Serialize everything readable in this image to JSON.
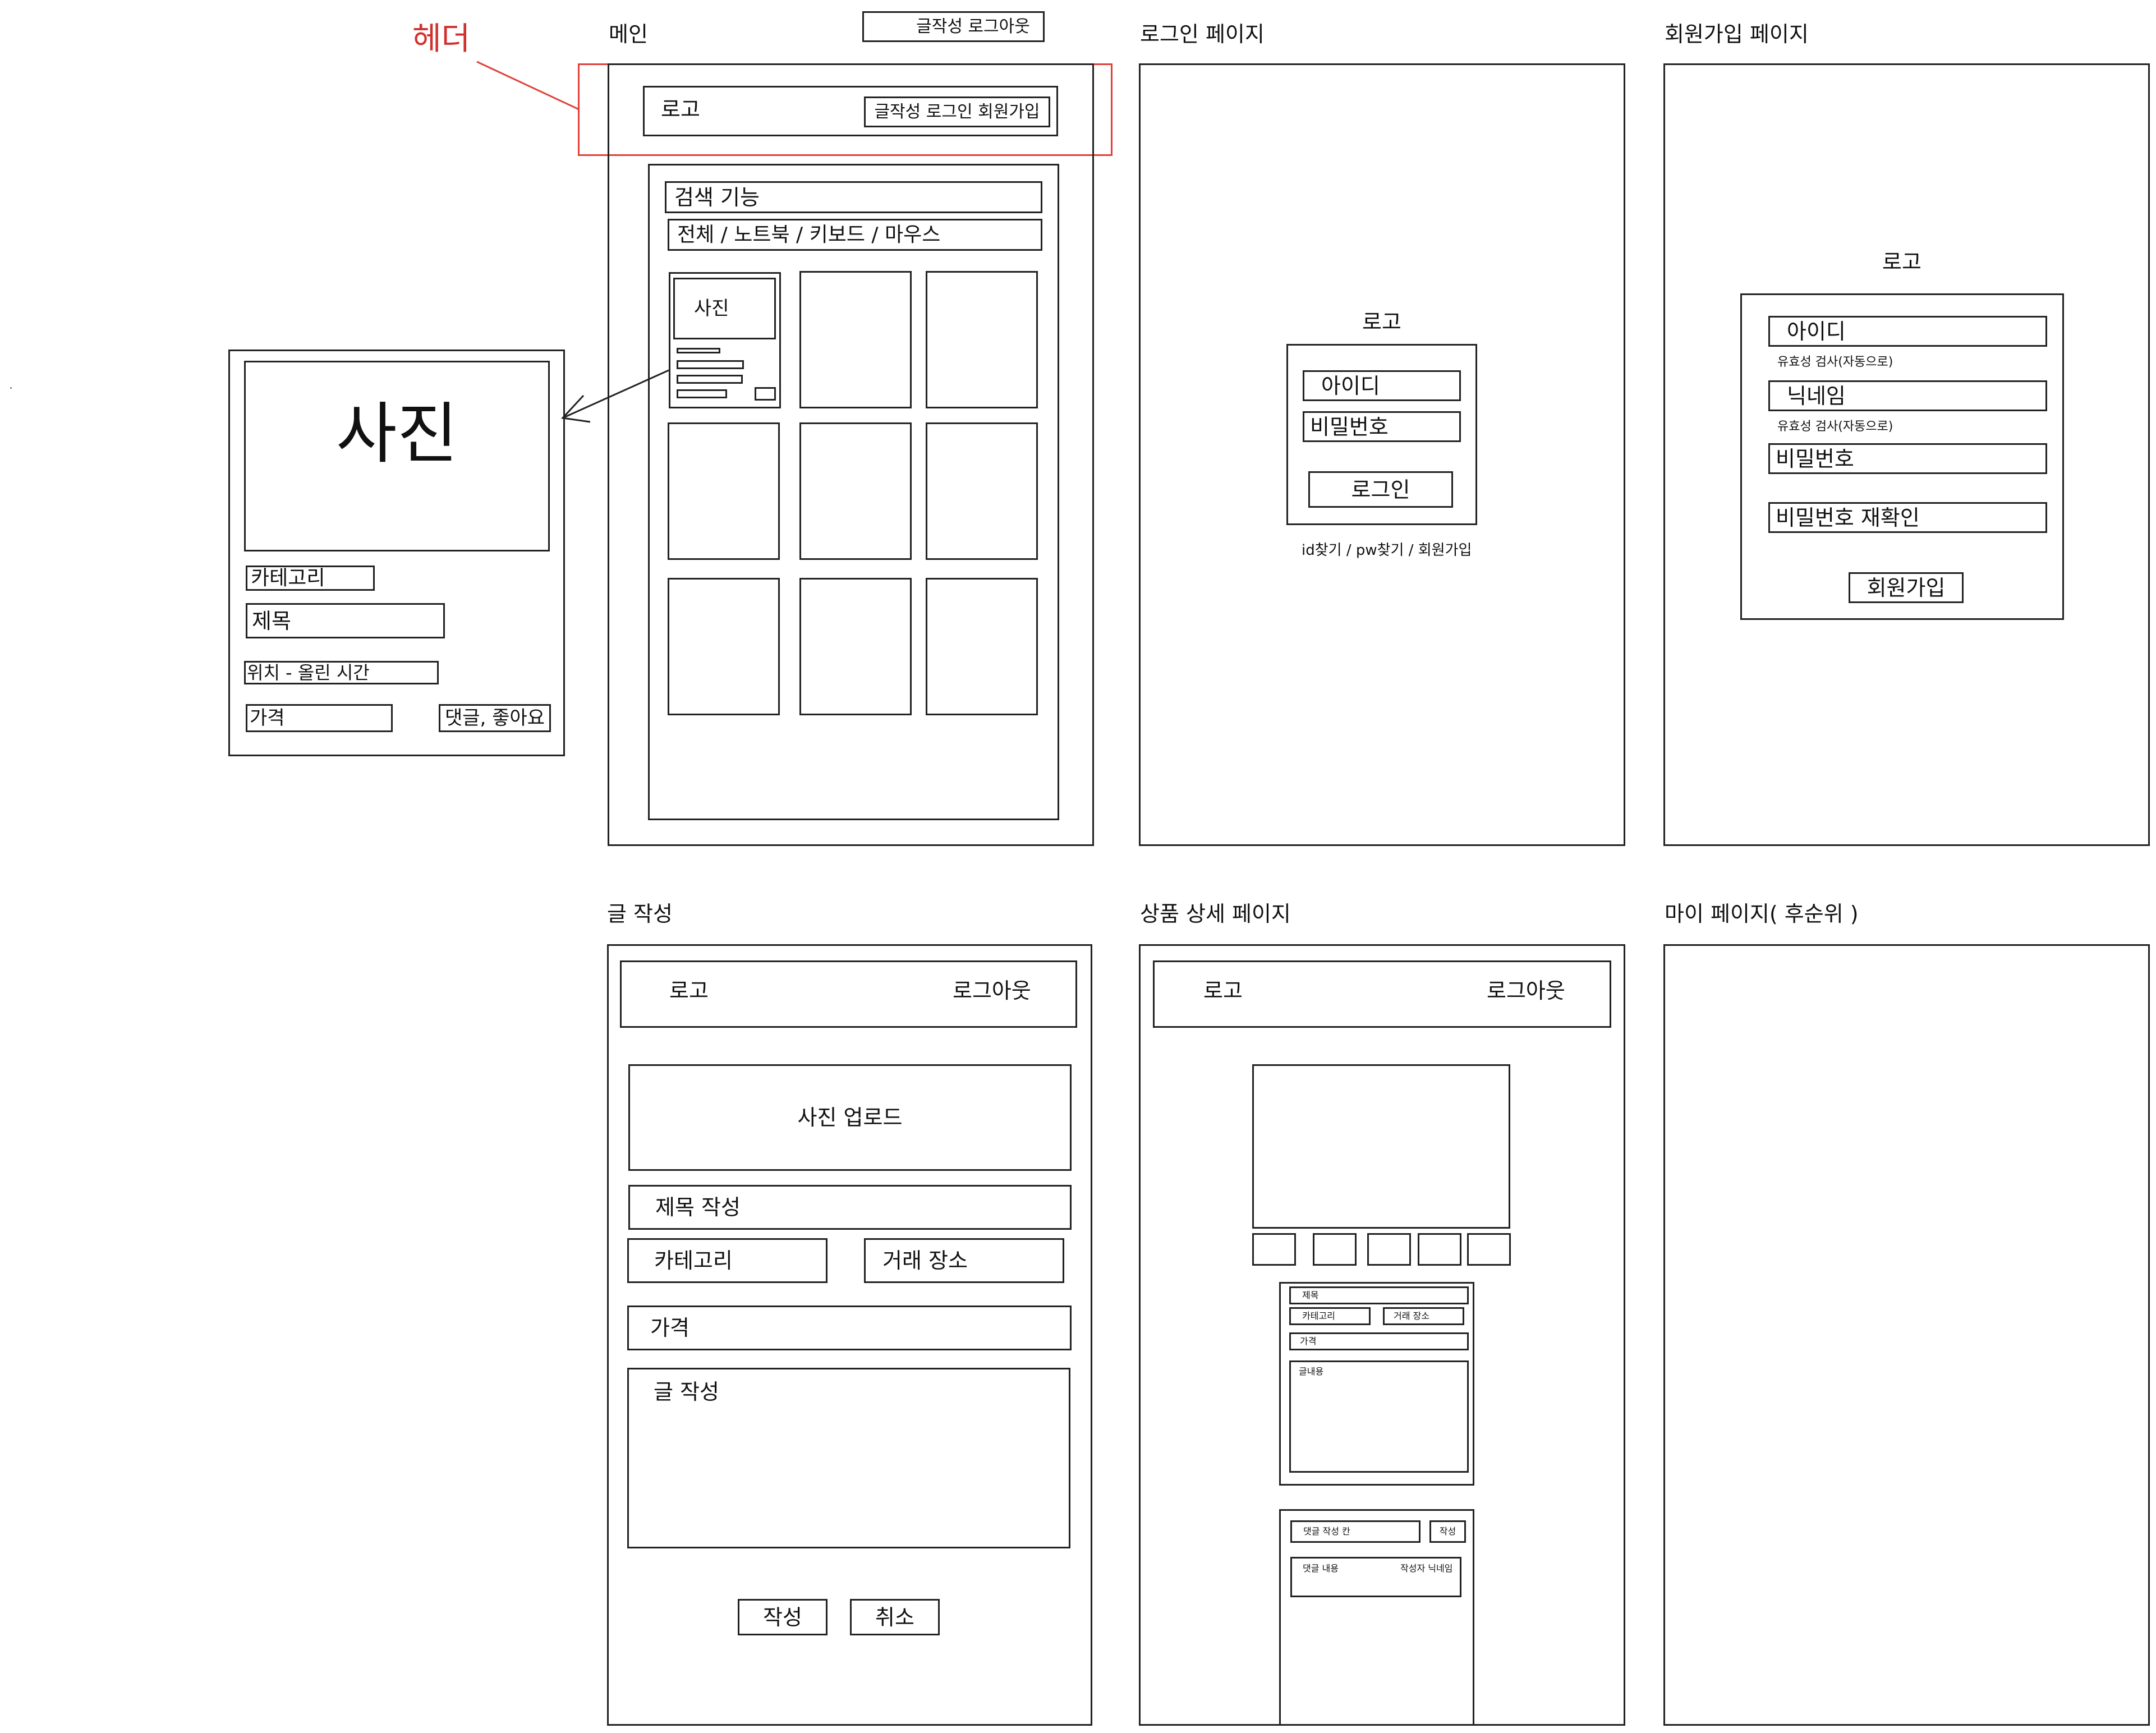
{
  "annotation": {
    "header_label": "헤더"
  },
  "main": {
    "title": "메인",
    "header_variant": "글작성 로그아웃",
    "logo": "로고",
    "header_links": "글작성 로그인 회원가입",
    "search": "검색 기능",
    "categories": "전체 / 노트북 / 키보드 / 마우스",
    "card_photo": "사진"
  },
  "card_detail": {
    "photo": "사진",
    "category": "카테고리",
    "title": "제목",
    "location_time": "위치 - 올린 시간",
    "price": "가격",
    "comments_likes": "댓글, 좋아요"
  },
  "login": {
    "title": "로그인 페이지",
    "logo": "로고",
    "id": "아이디",
    "password": "비밀번호",
    "login_button": "로그인",
    "links": "id찾기 / pw찾기 / 회원가입"
  },
  "signup": {
    "title": "회원가입 페이지",
    "logo": "로고",
    "id": "아이디",
    "id_hint": "유효성 검사(자동으로)",
    "nickname": "닉네임",
    "nickname_hint": "유효성 검사(자동으로)",
    "password": "비밀번호",
    "password_confirm": "비밀번호 재확인",
    "signup_button": "회원가입"
  },
  "write": {
    "title": "글 작성",
    "logo": "로고",
    "logout": "로그아웃",
    "photo_upload": "사진 업로드",
    "title_input": "제목 작성",
    "category": "카테고리",
    "place": "거래 장소",
    "price": "가격",
    "content": "글 작성",
    "submit": "작성",
    "cancel": "취소"
  },
  "detail": {
    "title": "상품 상세 페이지",
    "logo": "로고",
    "logout": "로그아웃",
    "info_title": "제목",
    "info_category": "카테고리",
    "info_place": "거래 장소",
    "info_price": "가격",
    "info_content": "글내용",
    "comment_input": "댓글 작성 칸",
    "comment_submit": "작성",
    "comment_content": "댓글 내용",
    "comment_author": "작성자 닉네임"
  },
  "mypage": {
    "title": "마이 페이지( 후순위 )"
  }
}
